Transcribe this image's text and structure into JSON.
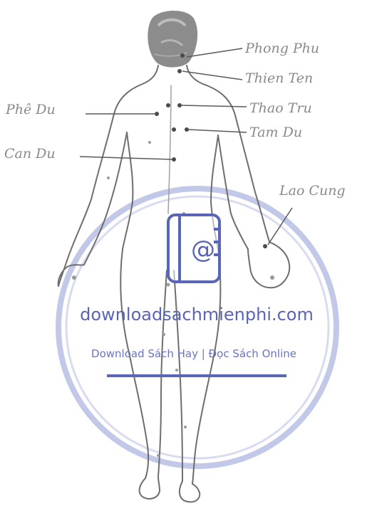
{
  "diagram": {
    "labels": {
      "phong_phu": "Phong Phu",
      "thien_ten": "Thien Ten",
      "phe_du": "Phê Du",
      "thao_tru": "Thao Tru",
      "tam_du": "Tam Du",
      "can_du": "Can Du",
      "lao_cung": "Lao Cung"
    }
  },
  "watermark": {
    "site": "downloadsachmienphi.com",
    "tagline": "Download Sách Hay | Đọc Sách Online",
    "icon": "book-at-icon",
    "color": "#5b65b5"
  }
}
